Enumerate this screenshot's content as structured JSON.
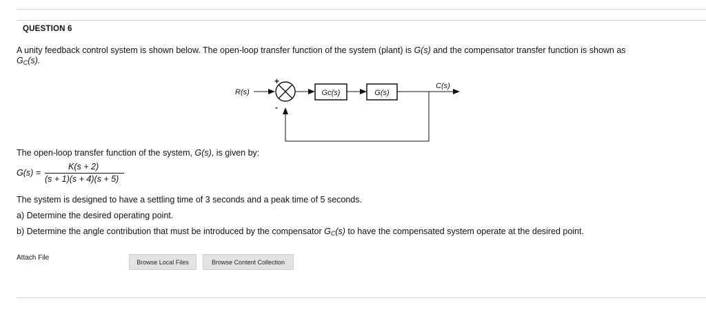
{
  "question": {
    "title": "QUESTION 6",
    "intro_a": "A unity feedback control system is shown below. The open-loop transfer function of the system (plant) is ",
    "intro_g": "G(s)",
    "intro_b": " and the compensator transfer function is shown as",
    "intro_gc_main": "G",
    "intro_gc_sub": "C",
    "intro_gc_tail": "(s).",
    "olt_text": "The open-loop transfer function of the system, ",
    "olt_g": "G(s)",
    "olt_tail": ", is given by:",
    "equation": {
      "lhs": "G(s) =",
      "numerator": "K(s + 2)",
      "denominator": "(s + 1)(s + 4)(s + 5)"
    },
    "design_text": "The system is designed to have a settling time of 3 seconds and a peak time of 5 seconds.",
    "part_a": "a) Determine the desired operating point.",
    "part_b_a": "b) Determine the angle contribution that must be introduced by the compensator ",
    "part_b_gc_main": "G",
    "part_b_gc_sub": "C",
    "part_b_gc_tail": "(s)",
    "part_b_b": " to have the compensated system operate at the desired point."
  },
  "diagram": {
    "input_label": "R(s)",
    "plus_sign": "+",
    "minus_sign": "-",
    "compensator_label": "Gc(s)",
    "plant_label": "G(s)",
    "output_label": "C(s)"
  },
  "attach": {
    "label": "Attach File",
    "browse_local": "Browse Local Files",
    "browse_content": "Browse Content Collection"
  }
}
